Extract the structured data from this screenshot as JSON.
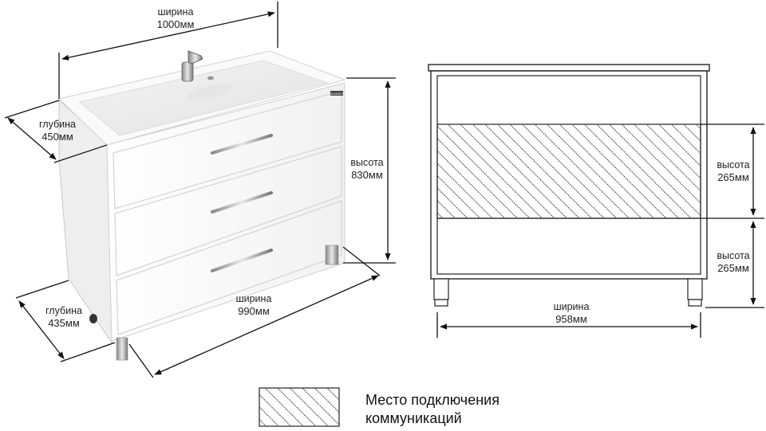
{
  "dimensions": {
    "top_width": {
      "label": "ширина",
      "value": "1000мм"
    },
    "top_depth": {
      "label": "глубина",
      "value": "450мм"
    },
    "height": {
      "label": "высота",
      "value": "830мм"
    },
    "base_depth": {
      "label": "глубина",
      "value": "435мм"
    },
    "base_width": {
      "label": "ширина",
      "value": "990мм"
    },
    "inner_width": {
      "label": "ширина",
      "value": "958мм"
    },
    "zone_upper": {
      "label": "высота",
      "value": "265мм"
    },
    "zone_lower": {
      "label": "высота",
      "value": "265мм"
    }
  },
  "brand_badge": "ALVARO",
  "legend": {
    "line1": "Место подключения",
    "line2": "коммуникаций"
  }
}
